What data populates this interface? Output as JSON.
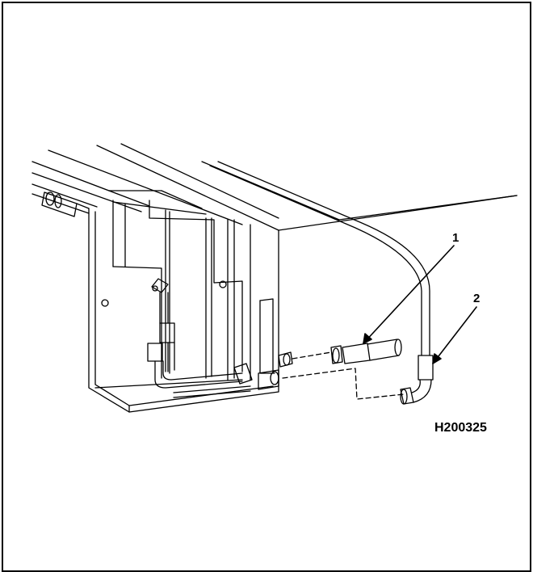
{
  "figure": {
    "id": "H200325",
    "callouts": [
      {
        "label": "1"
      },
      {
        "label": "2"
      }
    ]
  },
  "colors": {
    "ink": "#000000",
    "paper": "#ffffff"
  }
}
